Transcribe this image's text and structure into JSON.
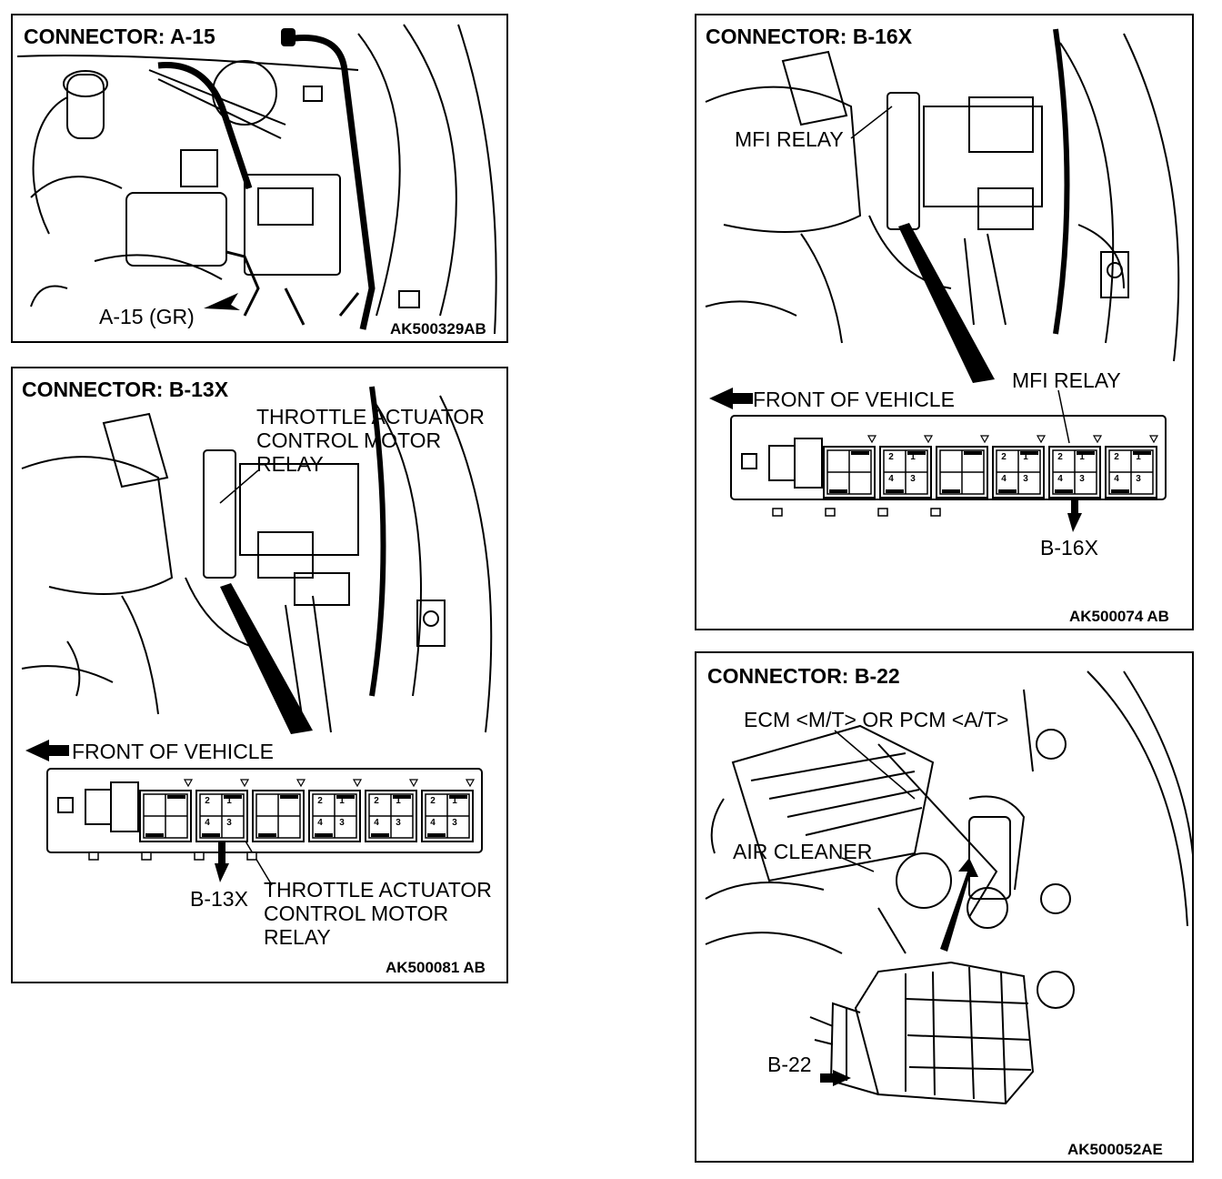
{
  "panels": {
    "a15": {
      "title": "CONNECTOR: A-15",
      "connector_label": "A-15 (GR)",
      "code": "AK500329AB"
    },
    "b13x": {
      "title": "CONNECTOR: B-13X",
      "relay_label_top": "THROTTLE ACTUATOR\nCONTROL MOTOR\nRELAY",
      "front_label": "FRONT OF VEHICLE",
      "connector_label": "B-13X",
      "relay_label_bottom": "THROTTLE ACTUATOR\nCONTROL MOTOR\nRELAY",
      "code": "AK500081 AB"
    },
    "b16x": {
      "title": "CONNECTOR: B-16X",
      "relay_label_top": "MFI RELAY",
      "relay_label_box": "MFI RELAY",
      "front_label": "FRONT OF VEHICLE",
      "connector_label": "B-16X",
      "code": "AK500074 AB"
    },
    "b22": {
      "title": "CONNECTOR: B-22",
      "ecm_label": "ECM <M/T> OR PCM <A/T>",
      "air_cleaner_label": "AIR CLEANER",
      "connector_label": "B-22",
      "code": "AK500052AE"
    }
  },
  "relay_pins": [
    "2",
    "1",
    "4",
    "3"
  ],
  "colors": {
    "line": "#000000",
    "background": "#ffffff"
  }
}
